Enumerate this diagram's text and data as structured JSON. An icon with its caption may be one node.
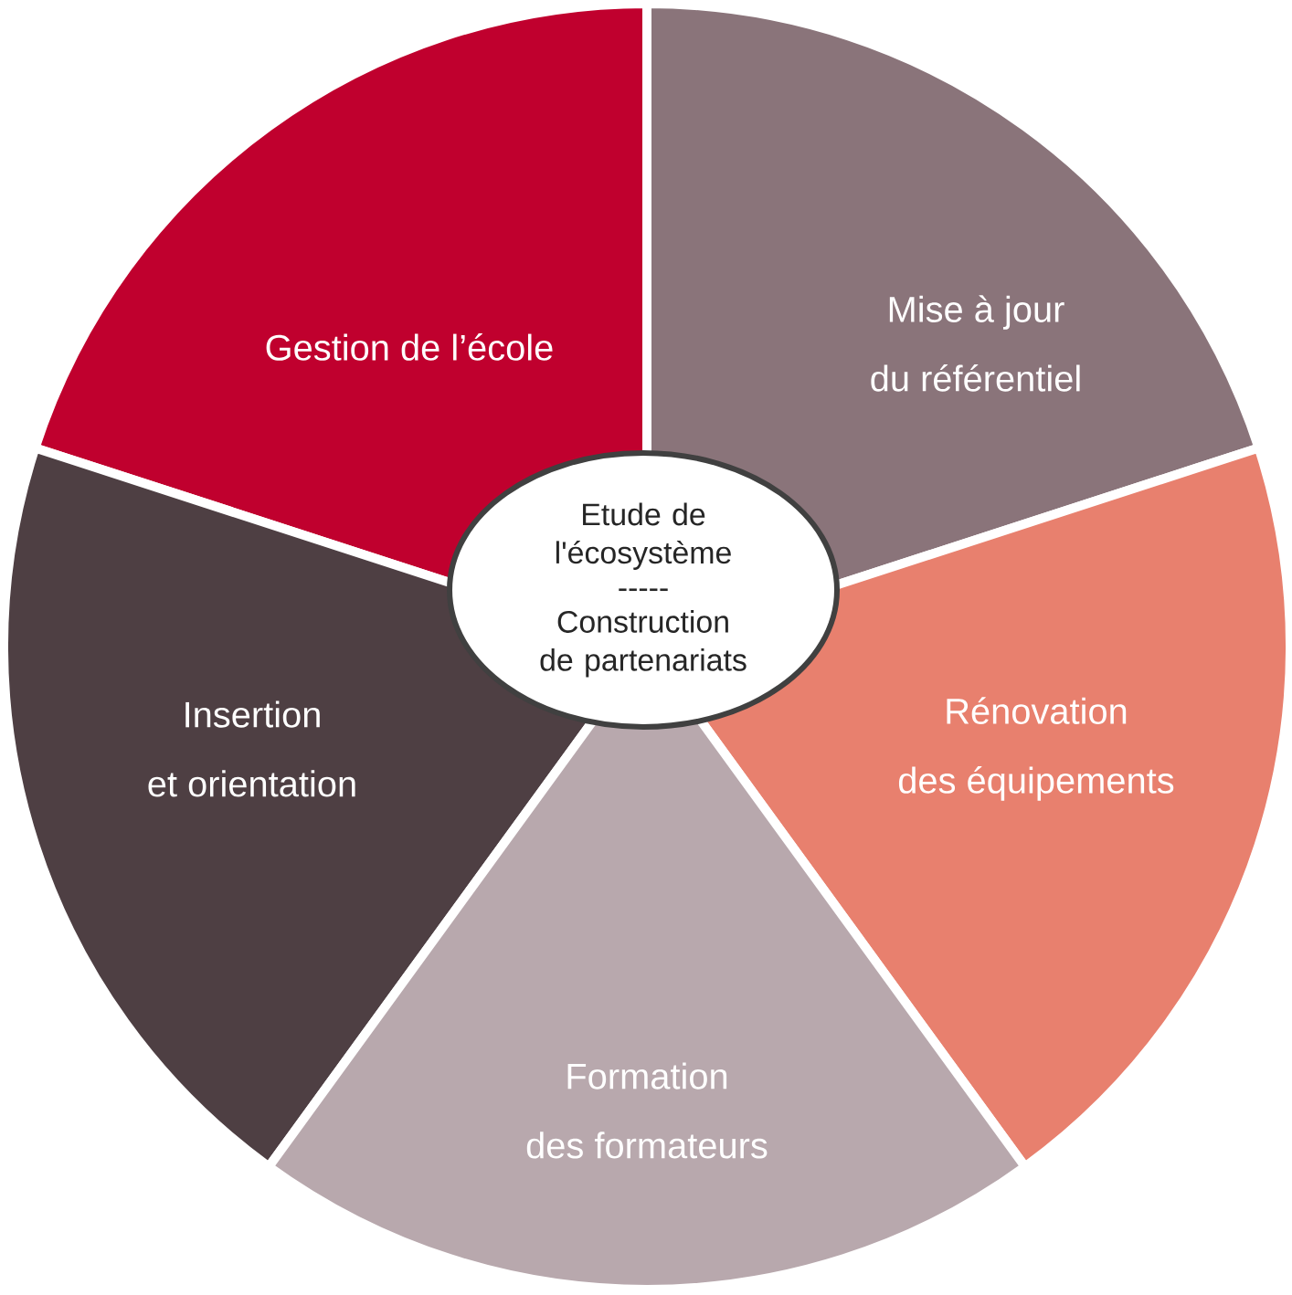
{
  "diagram": {
    "nodes": [
      {
        "text": [
          "Gestion de l’école"
        ]
      },
      {
        "text": [
          "Mise à jour",
          "du référentiel"
        ]
      },
      {
        "text": [
          "Etude de l'écosystème",
          "-----",
          "Construction de partenariats"
        ]
      },
      {
        "text": [
          "Insertion",
          "et orientation"
        ]
      },
      {
        "text": [
          "Rénovation",
          "des équipements"
        ]
      },
      {
        "text": [
          "Formation",
          "des formateurs"
        ]
      }
    ]
  }
}
